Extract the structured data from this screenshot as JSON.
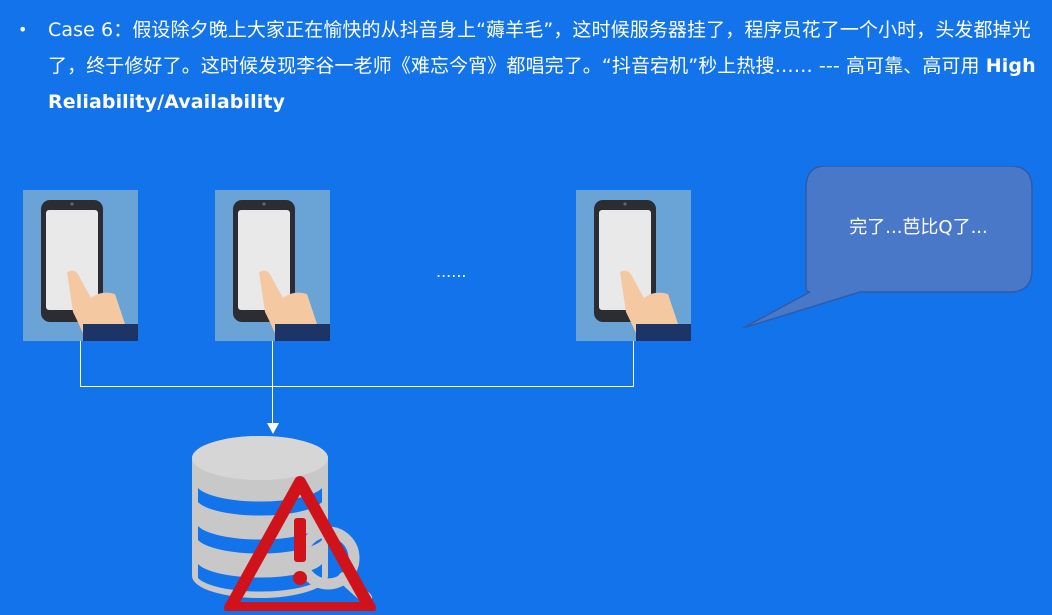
{
  "case": {
    "bullet": "•",
    "text_before_bold": "Case 6：假设除夕晚上大家正在愉快的从抖音身上“薅羊毛”，这时候服务器挂了，程序员花了一个小时，头发都掉光了，终于修好了。这时候发现李谷一老师《难忘今宵》都唱完了。“抖音宕机”秒上热搜…… --- 高可靠、高可用 ",
    "bold_text": "High Reliability/Availability"
  },
  "diagram": {
    "ellipsis": "......",
    "speech_bubble": "完了...芭比Q了...",
    "icons": {
      "client": "phone-in-hand-icon",
      "server": "database-icon",
      "alert": "warning-triangle-icon",
      "search": "magnifier-icon"
    },
    "colors": {
      "background": "#1273eb",
      "card": "#6aa3d6",
      "bubble": "#4a78c8",
      "warning": "#d0121b"
    }
  }
}
